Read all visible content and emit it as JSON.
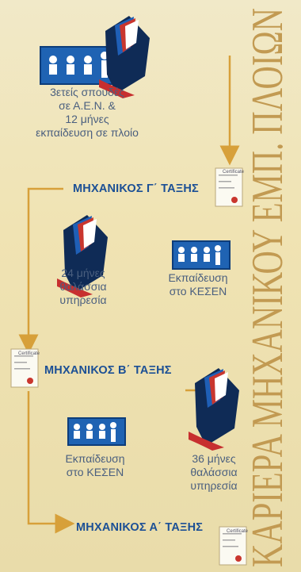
{
  "side_title": "ΚΑΡΙΕΡΑ ΜΗΧΑΝΙΚΟΥ ΕΜΠ. ΠΛΟΙΩΝ",
  "steps": {
    "start_caption": "3ετείς σπουδές\nσε Α.Ε.Ν. &\n12 μήνες\nεκπαίδευση σε πλοίο",
    "rank_c": "ΜΗΧΑΝΙΚΟΣ Γ΄ ΤΑΞΗΣ",
    "sea_c": "24 μήνες\nθαλάσσια\nυπηρεσία",
    "training_c": "Εκπαίδευση\nστο ΚΕΣΕΝ",
    "rank_b": "ΜΗΧΑΝΙΚΟΣ Β΄ ΤΑΞΗΣ",
    "training_b": "Εκπαίδευση\nστο ΚΕΣΕΝ",
    "sea_b": "36 μήνες\nθαλάσσια\nυπηρεσία",
    "rank_a": "ΜΗΧΑΝΙΚΟΣ Α΄ ΤΑΞΗΣ"
  },
  "certificate_label": "Certificate",
  "colors": {
    "flow_line": "#d7a03a",
    "rank_text": "#1b4f95",
    "icon_blue": "#1f63b3",
    "title": "#c29a52"
  }
}
